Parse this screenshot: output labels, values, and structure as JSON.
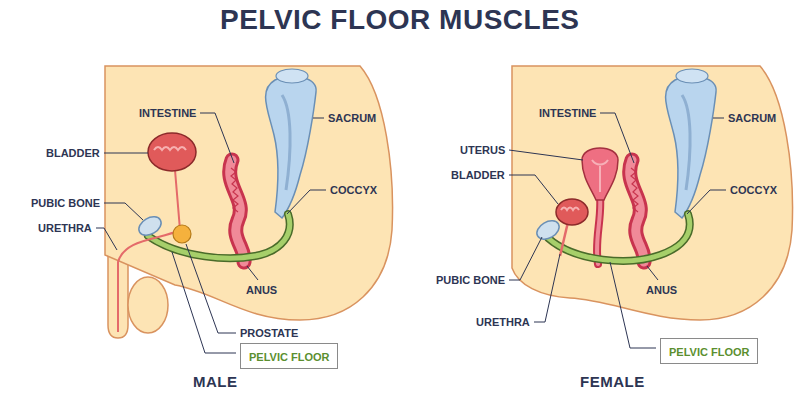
{
  "diagram": {
    "title": "PELVIC FLOOR MUSCLES",
    "nodes": [
      {
        "text": [
          "PELVIC FLOOR"
        ]
      },
      {
        "text": [
          "PELVIC FLOOR"
        ]
      }
    ],
    "labels": [
      "INTESTINE",
      "SACRUM",
      "BLADDER",
      "PUBIC BONE",
      "URETHRA",
      "COCCYX",
      "ANUS",
      "PROSTATE",
      "MALE",
      "INTESTINE",
      "SACRUM",
      "UTERUS",
      "BLADDER",
      "COCCYX",
      "PUBIC BONE",
      "ANUS",
      "URETHRA",
      "FEMALE"
    ]
  }
}
